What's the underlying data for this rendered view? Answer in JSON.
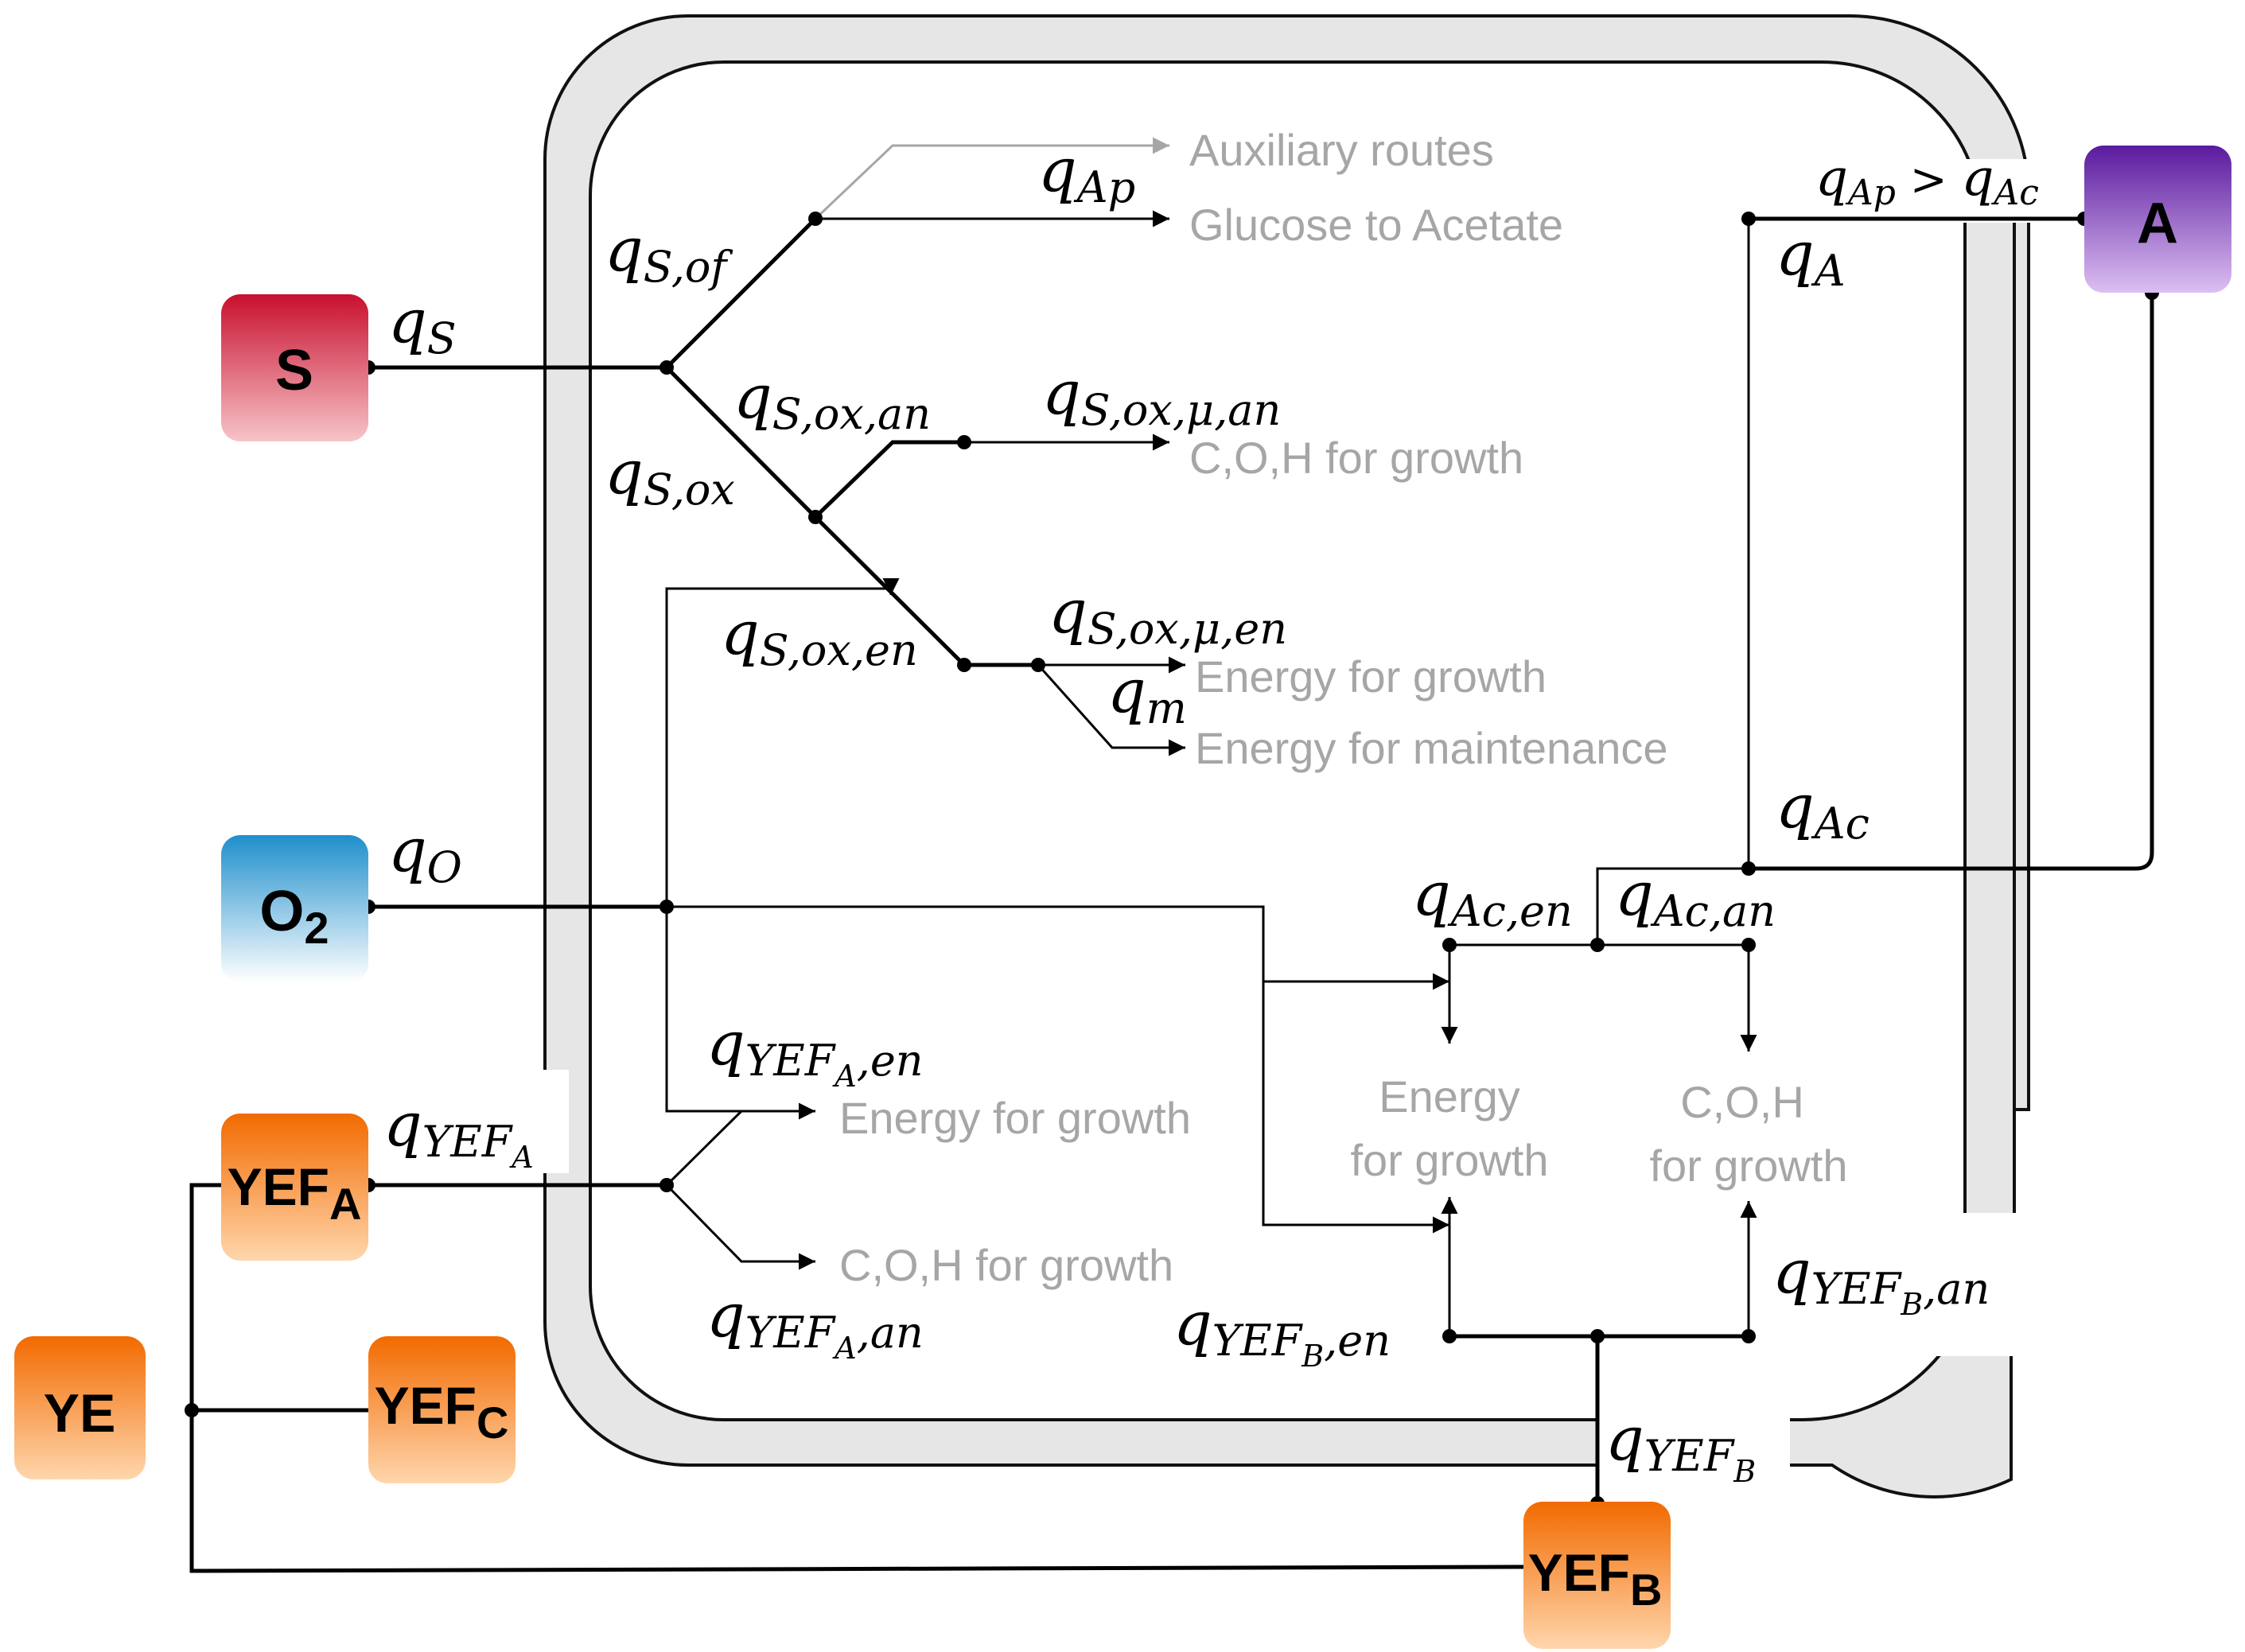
{
  "nodes": {
    "S": {
      "label": "S",
      "sub": "",
      "color_top": "#c8102e",
      "color_bottom": "#f4c0c4"
    },
    "O2": {
      "label": "O",
      "sub": "2",
      "color_top": "#1f8fcc",
      "color_bottom": "#ffffff"
    },
    "A": {
      "label": "A",
      "sub": "",
      "color_top": "#5a1a9e",
      "color_bottom": "#d8b8f0"
    },
    "YEFA": {
      "label": "YEF",
      "sub": "A",
      "color_top": "#f26a00",
      "color_bottom": "#ffd4a8"
    },
    "YE": {
      "label": "YE",
      "sub": "",
      "color_top": "#f26a00",
      "color_bottom": "#ffd4a8"
    },
    "YEFC": {
      "label": "YEF",
      "sub": "C",
      "color_top": "#f26a00",
      "color_bottom": "#ffd4a8"
    },
    "YEFB": {
      "label": "YEF",
      "sub": "B",
      "color_top": "#f26a00",
      "color_bottom": "#ffd4a8"
    }
  },
  "destinations": {
    "auxiliary": "Auxiliary routes",
    "glucose_acetate": "Glucose to Acetate",
    "coh_growth_1": "C,O,H for growth",
    "energy_growth_1": "Energy for growth",
    "energy_maintenance": "Energy for maintenance",
    "energy_growth_2": "Energy for growth",
    "coh_growth_2": "C,O,H for growth",
    "energy_growth_3_line1": "Energy",
    "energy_growth_3_line2": "for growth",
    "coh_growth_3_line1": "C,O,H",
    "coh_growth_3_line2": "for growth"
  },
  "rates": {
    "qS": {
      "main": "q",
      "sub": "S"
    },
    "qSof": {
      "main": "q",
      "sub": "S,of"
    },
    "qAp": {
      "main": "q",
      "sub": "Ap"
    },
    "qSox": {
      "main": "q",
      "sub": "S,ox"
    },
    "qSoxan": {
      "main": "q",
      "sub": "S,ox,an"
    },
    "qSoxmuan": {
      "main": "q",
      "sub": "S,ox,μ,an"
    },
    "qSoxen": {
      "main": "q",
      "sub": "S,ox,en"
    },
    "qSoxmuen": {
      "main": "q",
      "sub": "S,ox,μ,en"
    },
    "qm": {
      "main": "q",
      "sub": "m"
    },
    "qO": {
      "main": "q",
      "sub": "O"
    },
    "qYEFA": {
      "main": "q",
      "sub": "YEF",
      "sub2": "A"
    },
    "qYEFAen": {
      "main": "q",
      "sub": "YEF",
      "sub2": "A",
      "sub3": ",en"
    },
    "qYEFAan": {
      "main": "q",
      "sub": "YEF",
      "sub2": "A",
      "sub3": ",an"
    },
    "qA": {
      "main": "q",
      "sub": "A"
    },
    "qAc": {
      "main": "q",
      "sub": "Ac"
    },
    "qAcen": {
      "main": "q",
      "sub": "Ac,en"
    },
    "qAcan": {
      "main": "q",
      "sub": "Ac,an"
    },
    "qYEFB": {
      "main": "q",
      "sub": "YEF",
      "sub2": "B"
    },
    "qYEFBen": {
      "main": "q",
      "sub": "YEF",
      "sub2": "B",
      "sub3": ",en"
    },
    "qYEFBan": {
      "main": "q",
      "sub": "YEF",
      "sub2": "B",
      "sub3": ",an"
    },
    "qAp_gt_qAc": {
      "left_main": "q",
      "left_sub": "Ap",
      "op": " > ",
      "right_main": "q",
      "right_sub": "Ac"
    }
  },
  "colors": {
    "membrane_fill": "#e6e6e6",
    "membrane_stroke": "#111111",
    "grey_text": "#a6a6a6",
    "line": "#000000"
  }
}
